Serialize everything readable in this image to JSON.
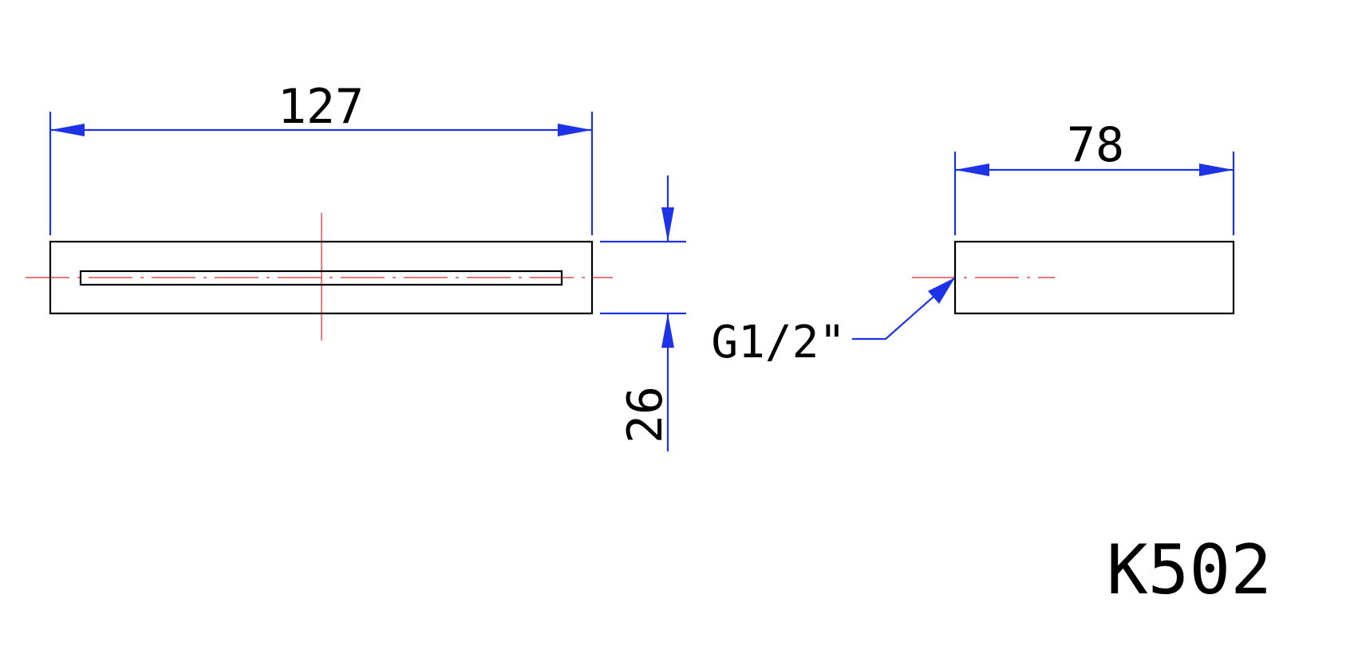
{
  "drawing": {
    "model_code": "K502",
    "front_view": {
      "width_dimension": "127",
      "height_dimension": "26"
    },
    "side_view": {
      "width_dimension": "78",
      "thread_callout": "G1/2\""
    },
    "colors": {
      "outline": "#000000",
      "dimension": "#1f33e6",
      "centerline": "#d8262a"
    }
  }
}
